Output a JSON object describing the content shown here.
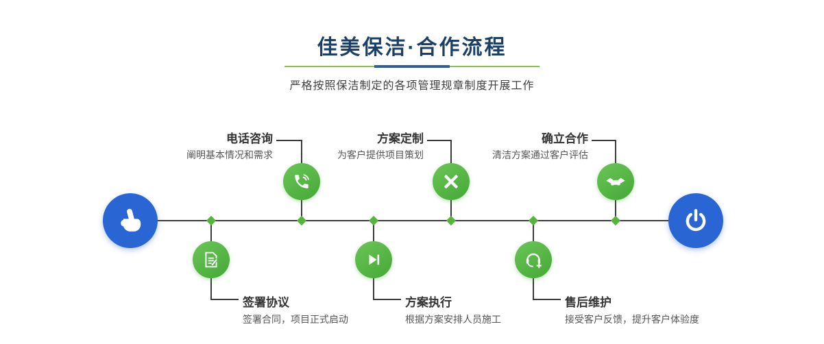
{
  "header": {
    "title": "佳美保洁·合作流程",
    "subtitle": "严格按照保洁制定的各项管理规章制度开展工作"
  },
  "colors": {
    "title_navy": "#1b3f66",
    "accent_green": "#55b43b",
    "accent_blue": "#2a65d4",
    "line": "#3a3a3a"
  },
  "timeline": {
    "start_icon": "pointing-hand-icon",
    "end_icon": "power-icon"
  },
  "steps_top": [
    {
      "label": "电话咨询",
      "desc": "阐明基本情况和需求",
      "icon": "phone-icon"
    },
    {
      "label": "方案定制",
      "desc": "为客户提供项目策划",
      "icon": "design-icon"
    },
    {
      "label": "确立合作",
      "desc": "清洁方案通过客户评估",
      "icon": "handshake-icon"
    }
  ],
  "steps_bottom": [
    {
      "label": "签署协议",
      "desc": "签署合同，项目正式启动",
      "icon": "contract-icon"
    },
    {
      "label": "方案执行",
      "desc": "根据方案安排人员施工",
      "icon": "play-icon"
    },
    {
      "label": "售后维护",
      "desc": "接受客户反馈，提升客户体验度",
      "icon": "headset-icon"
    }
  ]
}
